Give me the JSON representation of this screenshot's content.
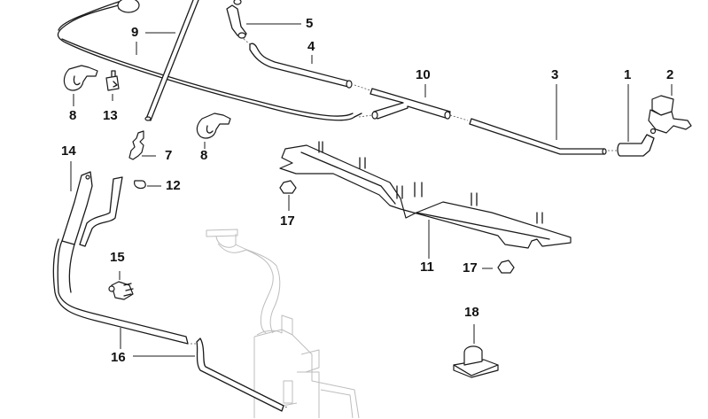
{
  "diagram": {
    "title": "Windscreen washer system parts diagram",
    "background": "#ffffff",
    "line_color": "#1a1a1a",
    "ghost_color": "#bdbdbd",
    "callouts": [
      {
        "id": "c1",
        "label": "1",
        "part": "hose-elbow"
      },
      {
        "id": "c2",
        "label": "2",
        "part": "washer-pump-valve"
      },
      {
        "id": "c3",
        "label": "3",
        "part": "hose-long-bent"
      },
      {
        "id": "c4",
        "label": "4",
        "part": "hose-straight"
      },
      {
        "id": "c5",
        "label": "5",
        "part": "hose-elbow-upper"
      },
      {
        "id": "c7",
        "label": "7",
        "part": "connector-nipple"
      },
      {
        "id": "c8a",
        "label": "8",
        "part": "hose-clip-left"
      },
      {
        "id": "c8b",
        "label": "8",
        "part": "hose-clip-center"
      },
      {
        "id": "c9",
        "label": "9",
        "part": "hose-line-long"
      },
      {
        "id": "c10",
        "label": "10",
        "part": "t-piece-connector"
      },
      {
        "id": "c11",
        "label": "11",
        "part": "mounting-bracket"
      },
      {
        "id": "c12",
        "label": "12",
        "part": "hose-ring"
      },
      {
        "id": "c13",
        "label": "13",
        "part": "holder-clip"
      },
      {
        "id": "c14",
        "label": "14",
        "part": "hose-assembly-with-sleeve"
      },
      {
        "id": "c15",
        "label": "15",
        "part": "cable-clip"
      },
      {
        "id": "c16",
        "label": "16",
        "part": "hose-lower"
      },
      {
        "id": "c17a",
        "label": "17",
        "part": "clip-nut-left"
      },
      {
        "id": "c17b",
        "label": "17",
        "part": "clip-nut-right"
      },
      {
        "id": "c18",
        "label": "18",
        "part": "hose-holder"
      }
    ]
  }
}
